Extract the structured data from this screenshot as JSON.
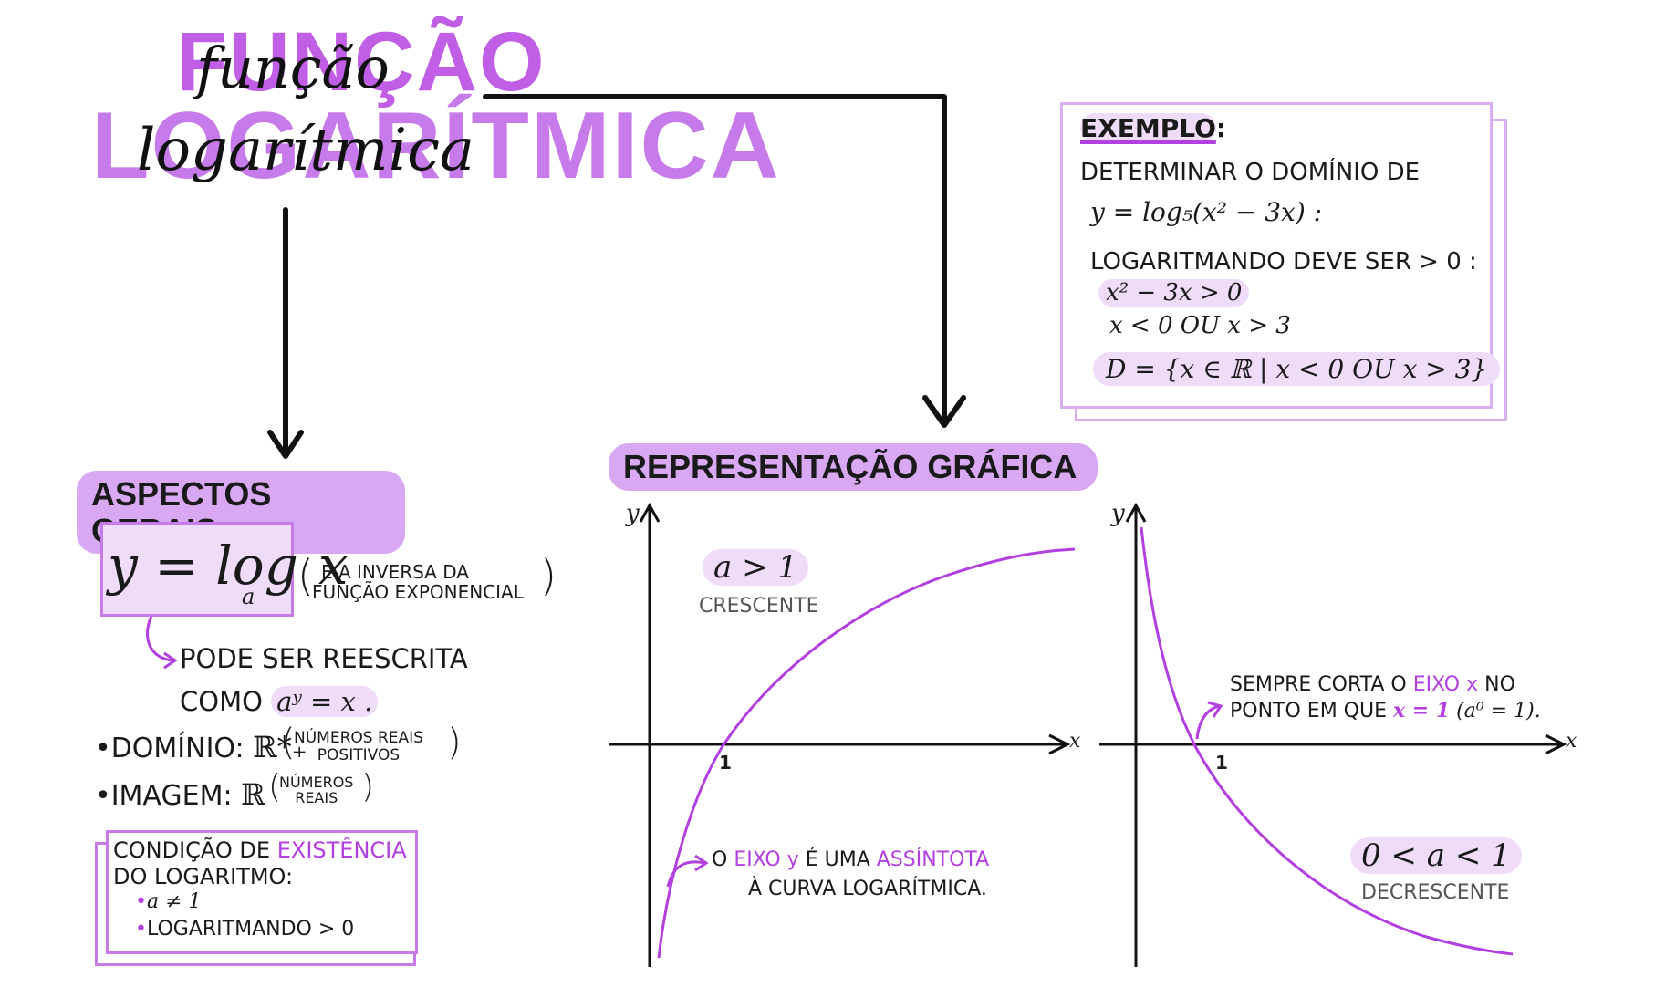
{
  "title": {
    "big_line1": "FUNÇÃO",
    "big_line2": "LOGARÍTMICA",
    "script_line1": "função",
    "script_line2": "logarítmica"
  },
  "aspectos": {
    "header": "ASPECTOS GERAIS",
    "formula": "y = log",
    "formula_var": "x",
    "formula_base": "a",
    "inverse_note_line1": "É A INVERSA DA",
    "inverse_note_line2": "FUNÇÃO EXPONENCIAL",
    "rewrite_line1": "PODE SER REESCRITA",
    "rewrite_line2_prefix": "COMO",
    "rewrite_expr": "aʸ = x .",
    "dominio_label": "•DOMÍNIO:",
    "dominio_value": "ℝ*₊",
    "dominio_note_line1": "NÚMEROS REAIS",
    "dominio_note_line2": "POSITIVOS",
    "imagem_label": "•IMAGEM:",
    "imagem_value": "ℝ",
    "imagem_note_line1": "NÚMEROS",
    "imagem_note_line2": "REAIS"
  },
  "condicao": {
    "title_prefix": "CONDIÇÃO DE",
    "title_highlight": "EXISTÊNCIA",
    "title_line2": "DO LOGARITMO:",
    "item1": "a ≠ 1",
    "item2": "LOGARITMANDO > 0"
  },
  "exemplo": {
    "title": "EXEMPLO",
    "title_colon": ":",
    "line1": "DETERMINAR O DOMÍNIO DE",
    "line2": "y = log₅(x² − 3x) :",
    "line3": "LOGARITMANDO DEVE SER > 0 :",
    "line4": "x² − 3x > 0",
    "line5": "x < 0 OU x > 3",
    "line6": "D = {x ∈ ℝ | x < 0 OU x > 3}"
  },
  "grafica": {
    "header": "REPRESENTAÇÃO GRÁFICA",
    "graph1": {
      "y_label": "y",
      "x_label": "x",
      "tick": "1",
      "condition": "a > 1",
      "behavior": "CRESCENTE",
      "note_prefix": "O",
      "note_eixo": "EIXO y",
      "note_mid": "É UMA",
      "note_assintota": "ASSÍNTOTA",
      "note_line2": "À CURVA LOGARÍTMICA."
    },
    "graph2": {
      "y_label": "y",
      "x_label": "x",
      "tick": "1",
      "condition": "0 < a < 1",
      "behavior": "DECRESCENTE",
      "note_line1_prefix": "SEMPRE CORTA O",
      "note_eixo": "EIXO x",
      "note_line1_suffix": "NO",
      "note_line2_prefix": "PONTO EM QUE",
      "note_x1": "x = 1",
      "note_line2_suffix": "(a⁰ = 1)."
    }
  },
  "colors": {
    "accent": "#b23fe0",
    "highlight": "#d9a8f2",
    "highlight_light": "#efdcf9",
    "box_border": "#c67be9"
  }
}
